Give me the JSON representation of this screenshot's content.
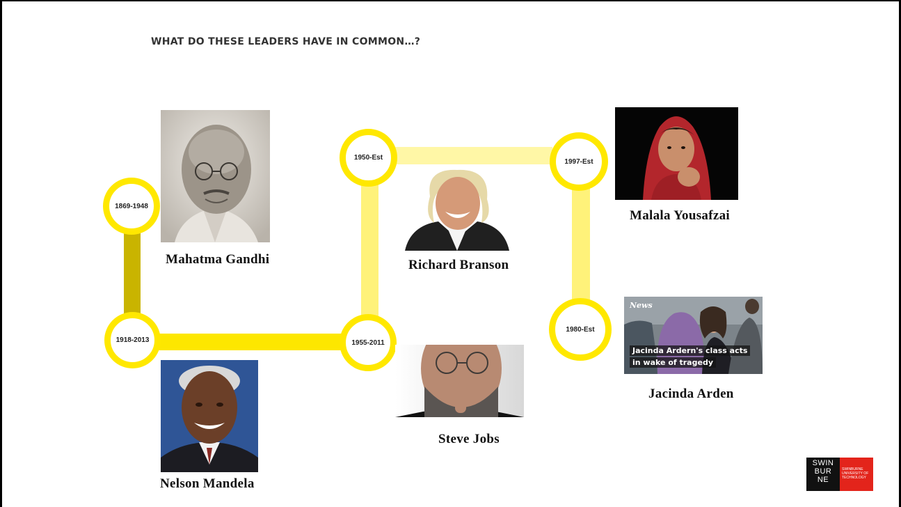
{
  "slide": {
    "title": "WHAT DO THESE LEADERS HAVE IN COMMON…?"
  },
  "timeline": {
    "colors": {
      "ring": "#ffe800",
      "bar_dark": "#c9b400",
      "bar_gold": "#fde700",
      "bar_light": "#fff27a",
      "bar_pale": "#fff7a6"
    },
    "nodes": [
      {
        "label": "1869-1948"
      },
      {
        "label": "1918-2013"
      },
      {
        "label": "1955-2011"
      },
      {
        "label": "1950-Est"
      },
      {
        "label": "1997-Est"
      },
      {
        "label": "1980-Est"
      }
    ]
  },
  "leaders": [
    {
      "name": "Mahatma Gandhi"
    },
    {
      "name": "Nelson Mandela"
    },
    {
      "name": "Steve Jobs"
    },
    {
      "name": "Richard Branson"
    },
    {
      "name": "Malala Yousafzai"
    },
    {
      "name": "Jacinda Arden"
    }
  ],
  "jacinda_photo": {
    "watermark": "News",
    "caption_line1": "Jacinda Ardern's class acts",
    "caption_line2": "in wake of tragedy"
  },
  "logo": {
    "line1": "SWIN",
    "line2": "BUR",
    "line3": "NE",
    "sub1": "SWINBURNE",
    "sub2": "UNIVERSITY OF",
    "sub3": "TECHNOLOGY",
    "color": "#e3241b"
  }
}
